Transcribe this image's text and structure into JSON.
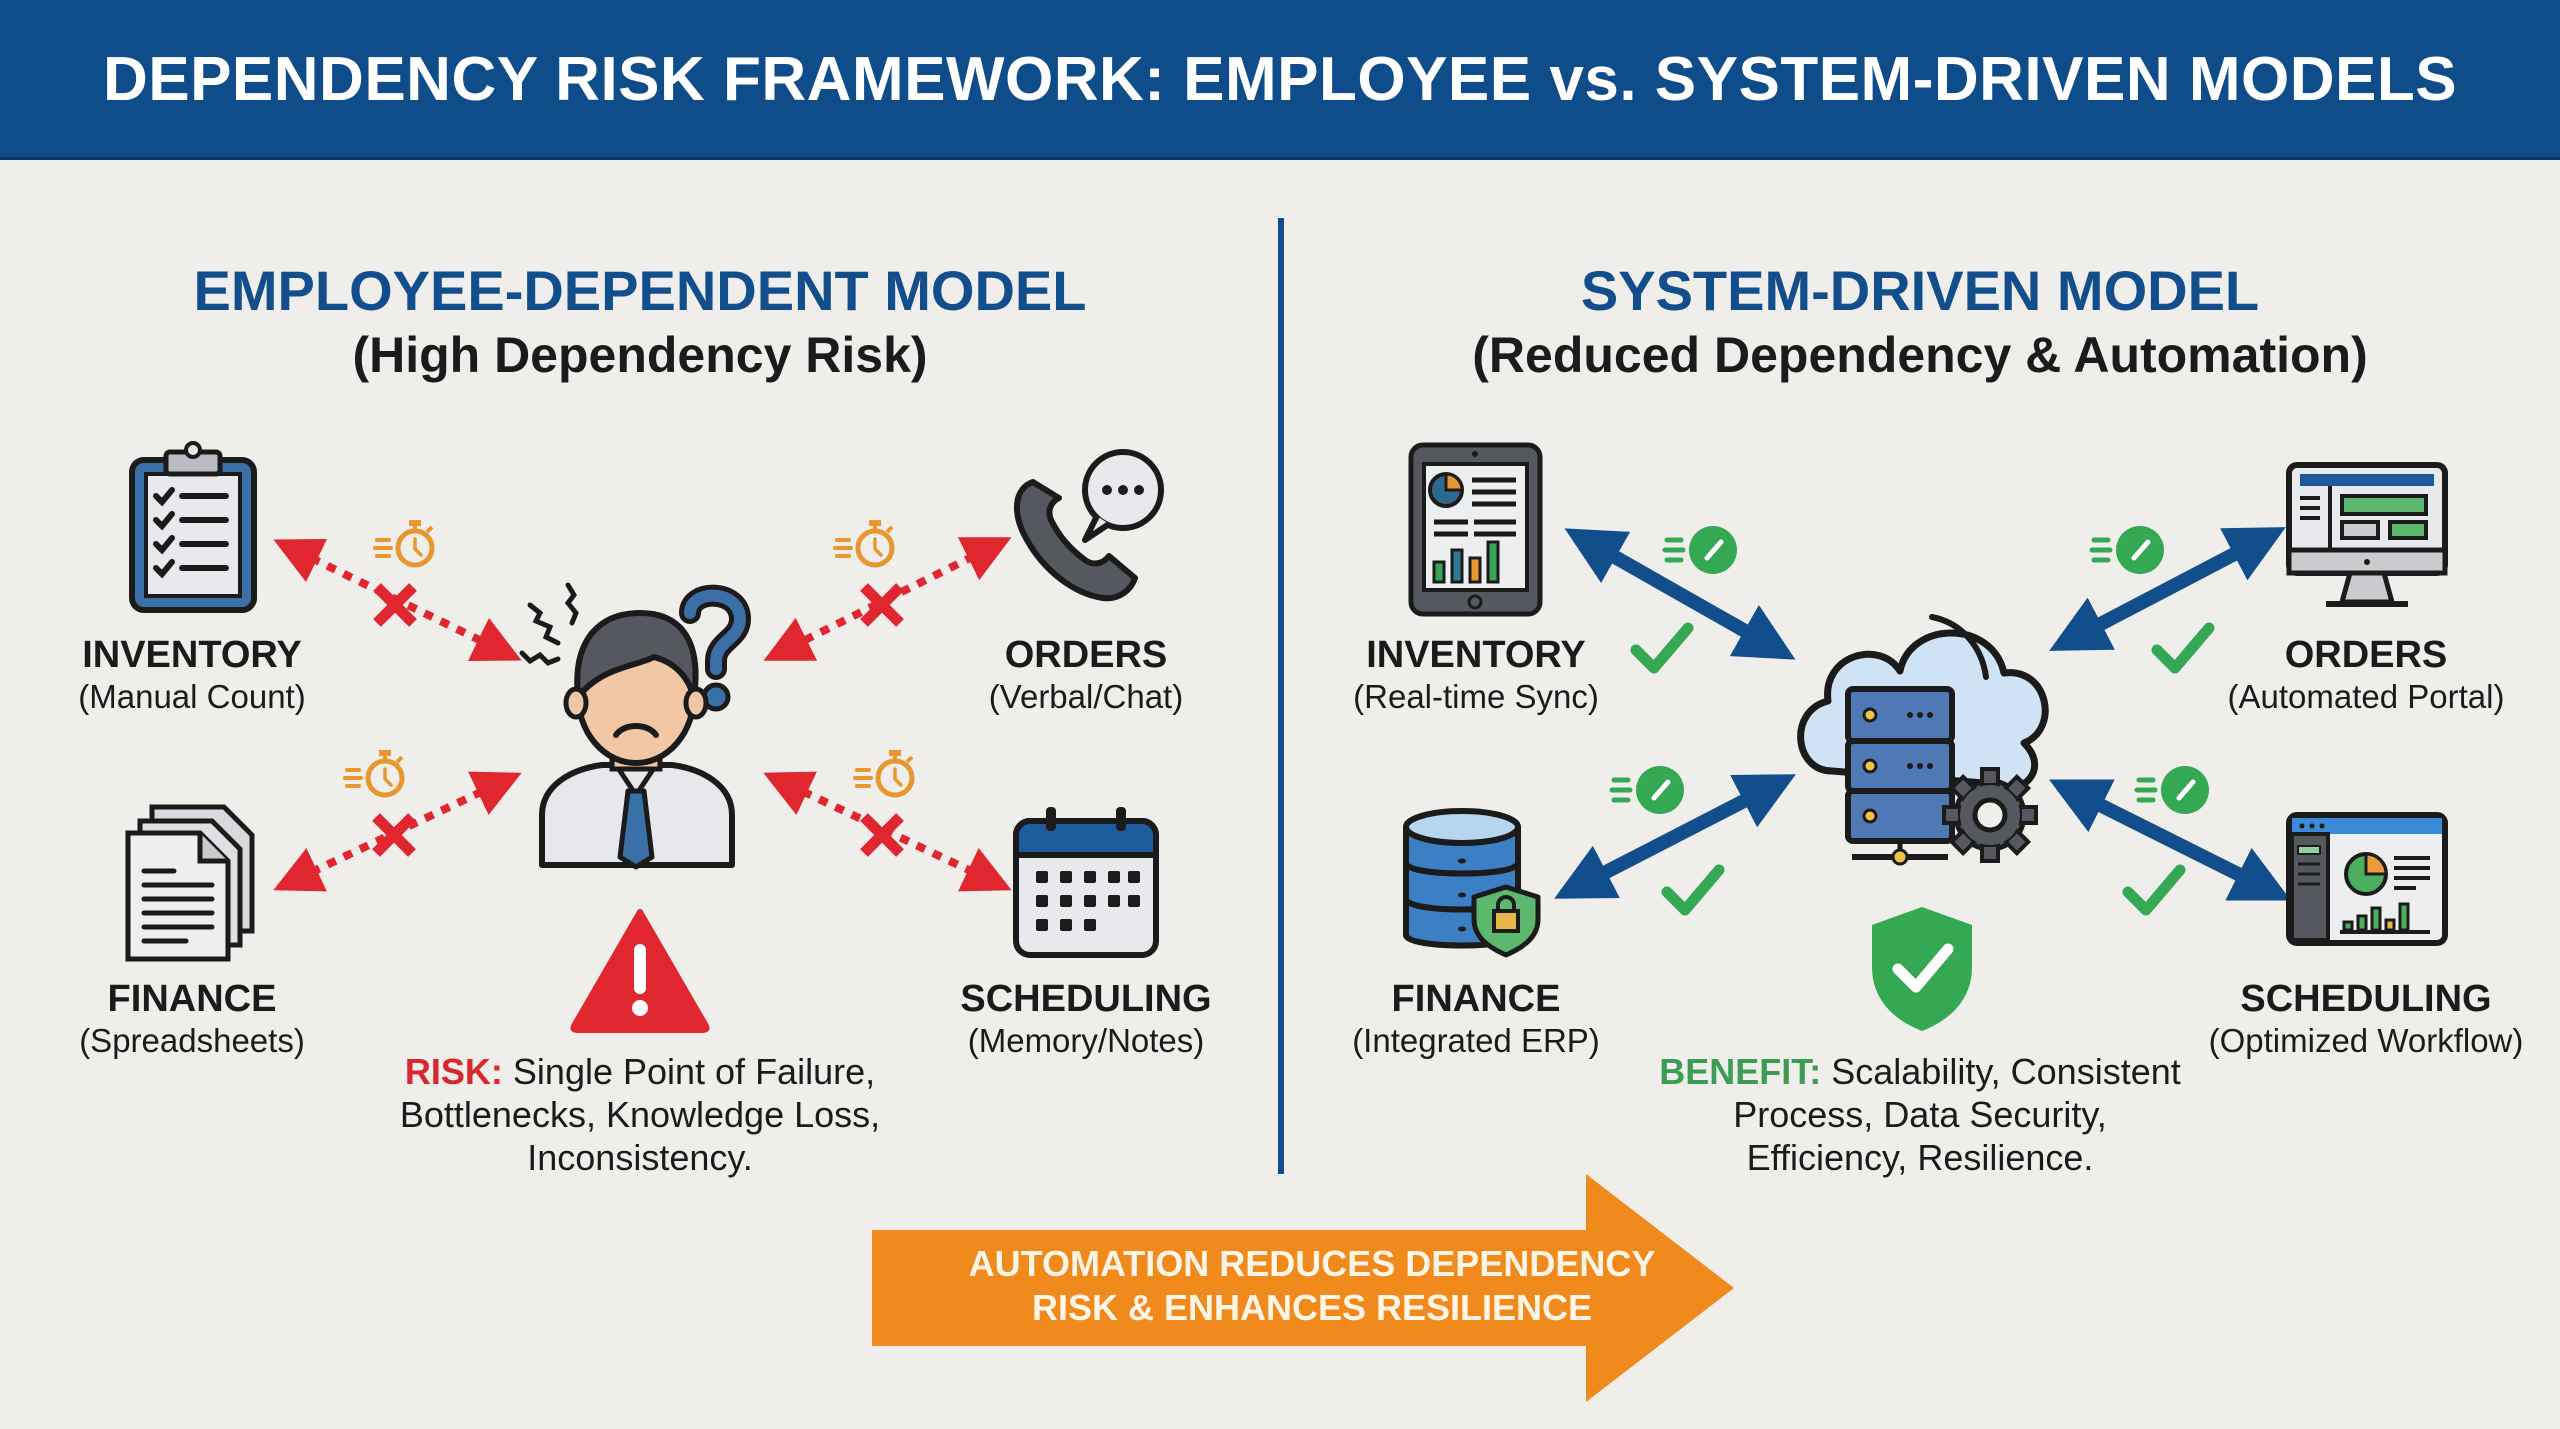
{
  "header": {
    "title": "DEPENDENCY RISK FRAMEWORK: EMPLOYEE vs. SYSTEM-DRIVEN MODELS"
  },
  "colors": {
    "banner": "#0f4c8a",
    "accent_blue": "#124e8c",
    "risk_red": "#d9272e",
    "benefit_green": "#3c9c55",
    "timer_orange": "#e8962e",
    "arrow_orange": "#f08a1c",
    "background": "#efeeea"
  },
  "left": {
    "title": "EMPLOYEE-DEPENDENT MODEL",
    "subtitle": "(High Dependency Risk)",
    "center_icon": "confused-employee-icon",
    "nodes": [
      {
        "title": "INVENTORY",
        "sub": "(Manual Count)",
        "icon": "clipboard-checklist-icon"
      },
      {
        "title": "ORDERS",
        "sub": "(Verbal/Chat)",
        "icon": "phone-chat-icon"
      },
      {
        "title": "FINANCE",
        "sub": "(Spreadsheets)",
        "icon": "documents-stack-icon"
      },
      {
        "title": "SCHEDULING",
        "sub": "(Memory/Notes)",
        "icon": "calendar-icon"
      }
    ],
    "connector": {
      "style": "dotted-red-broken",
      "markers": [
        "stopwatch-icon",
        "red-x-icon"
      ]
    },
    "callout": {
      "icon": "warning-triangle-icon",
      "label": "RISK:",
      "line1": "Single Point of Failure,",
      "line2": "Bottlenecks, Knowledge Loss,",
      "line3": "Inconsistency."
    }
  },
  "right": {
    "title": "SYSTEM-DRIVEN MODEL",
    "subtitle": "(Reduced Dependency & Automation)",
    "center_icon": "cloud-server-gear-icon",
    "nodes": [
      {
        "title": "INVENTORY",
        "sub": "(Real-time Sync)",
        "icon": "tablet-dashboard-icon"
      },
      {
        "title": "ORDERS",
        "sub": "(Automated Portal)",
        "icon": "monitor-portal-icon"
      },
      {
        "title": "FINANCE",
        "sub": "(Integrated ERP)",
        "icon": "secure-database-icon"
      },
      {
        "title": "SCHEDULING",
        "sub": "(Optimized Workflow)",
        "icon": "analytics-window-icon"
      }
    ],
    "connector": {
      "style": "solid-blue-bidirectional",
      "markers": [
        "speedometer-icon",
        "green-check-icon"
      ]
    },
    "callout": {
      "icon": "shield-check-icon",
      "label": "BENEFIT:",
      "line1": "Scalability, Consistent",
      "line2": "Process, Data Security,",
      "line3": "Efficiency, Resilience."
    }
  },
  "footer_arrow": {
    "line1": "AUTOMATION REDUCES DEPENDENCY",
    "line2": "RISK & ENHANCES RESILIENCE"
  }
}
